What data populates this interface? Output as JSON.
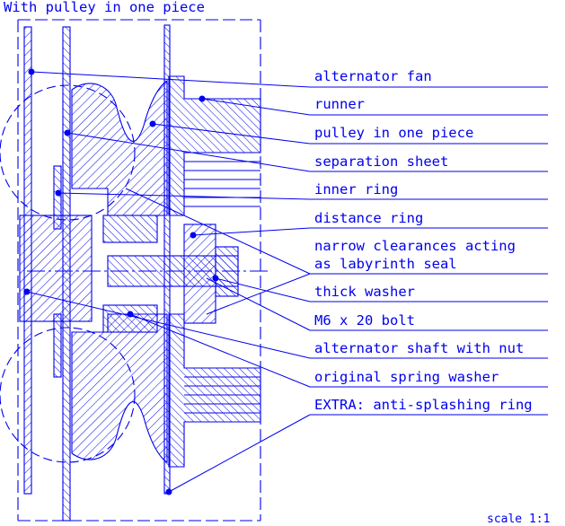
{
  "title": "With pulley in one piece",
  "scale": "scale 1:1",
  "labels": [
    {
      "id": "alternator-fan",
      "text": "alternator fan"
    },
    {
      "id": "runner",
      "text": "runner"
    },
    {
      "id": "pulley",
      "text": "pulley in one piece"
    },
    {
      "id": "separation-sheet",
      "text": "separation sheet"
    },
    {
      "id": "inner-ring",
      "text": "inner ring"
    },
    {
      "id": "distance-ring",
      "text": "distance ring"
    },
    {
      "id": "narrow-clearances-1",
      "text": "narrow clearances acting"
    },
    {
      "id": "narrow-clearances-2",
      "text": "as labyrinth seal"
    },
    {
      "id": "thick-washer",
      "text": "thick washer"
    },
    {
      "id": "bolt",
      "text": "M6 x 20 bolt"
    },
    {
      "id": "shaft",
      "text": "alternator shaft with nut"
    },
    {
      "id": "spring-washer",
      "text": "original spring washer"
    },
    {
      "id": "anti-splash",
      "text": "EXTRA: anti-splashing ring"
    }
  ],
  "colors": {
    "line": "#0000ee",
    "background": "#ffffff"
  }
}
